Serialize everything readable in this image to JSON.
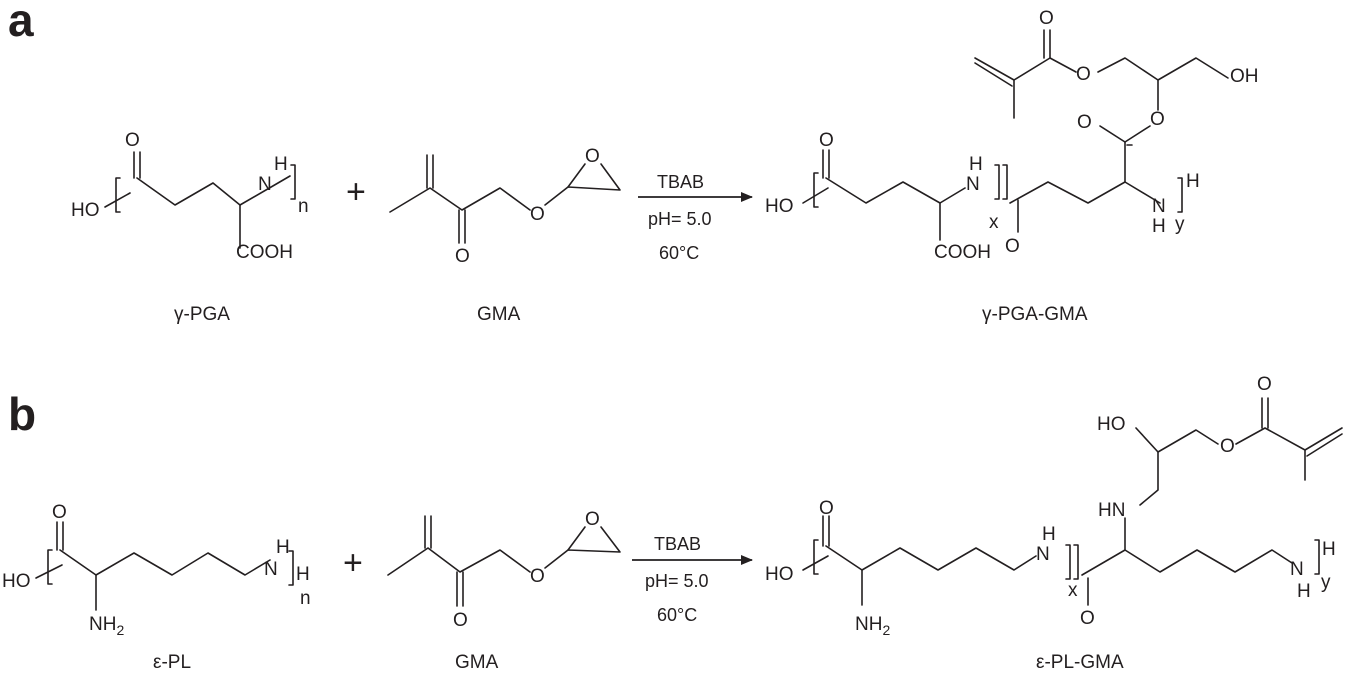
{
  "panels": {
    "a": {
      "letter": "a",
      "plus": "+",
      "reactant1": {
        "caption": "γ-PGA",
        "labels": {
          "ho": "HO",
          "o": "O",
          "nh": "N",
          "h": "H",
          "n": "n",
          "cooh": "COOH"
        }
      },
      "reactant2": {
        "caption": "GMA",
        "labels": {
          "o_carbonyl": "O",
          "o_ether": "O",
          "o_epoxide": "O"
        }
      },
      "conditions": {
        "catalyst": "TBAB",
        "ph": "pH= 5.0",
        "temperature": "60°C"
      },
      "product": {
        "caption": "γ-PGA-GMA",
        "labels": {
          "ho": "HO",
          "o1": "O",
          "n1": "N",
          "h1": "H",
          "x": "x",
          "cooh": "COOH",
          "o2": "O",
          "o3": "O",
          "o4": "O",
          "o5": "O",
          "o6": "O",
          "oh": "OH",
          "n2": "N",
          "h2": "H",
          "h3": "H",
          "y": "y"
        }
      }
    },
    "b": {
      "letter": "b",
      "plus": "+",
      "reactant1": {
        "caption": "ε-PL",
        "labels": {
          "ho": "HO",
          "o": "O",
          "nh": "N",
          "h": "H",
          "n": "n",
          "nh2": "NH",
          "nh2_sub": "2",
          "h_end": "H"
        }
      },
      "reactant2": {
        "caption": "GMA",
        "labels": {
          "o_carbonyl": "O",
          "o_ether": "O",
          "o_epoxide": "O"
        }
      },
      "conditions": {
        "catalyst": "TBAB",
        "ph": "pH= 5.0",
        "temperature": "60°C"
      },
      "product": {
        "caption": "ε-PL-GMA",
        "labels": {
          "ho": "HO",
          "o1": "O",
          "nh2": "NH",
          "nh2_sub": "2",
          "n1": "N",
          "h1": "H",
          "x": "x",
          "o2": "O",
          "hn": "HN",
          "hoh": "HO",
          "o3": "O",
          "o4": "O",
          "n2": "N",
          "h2": "H",
          "h3": "H",
          "y": "y"
        }
      }
    }
  }
}
